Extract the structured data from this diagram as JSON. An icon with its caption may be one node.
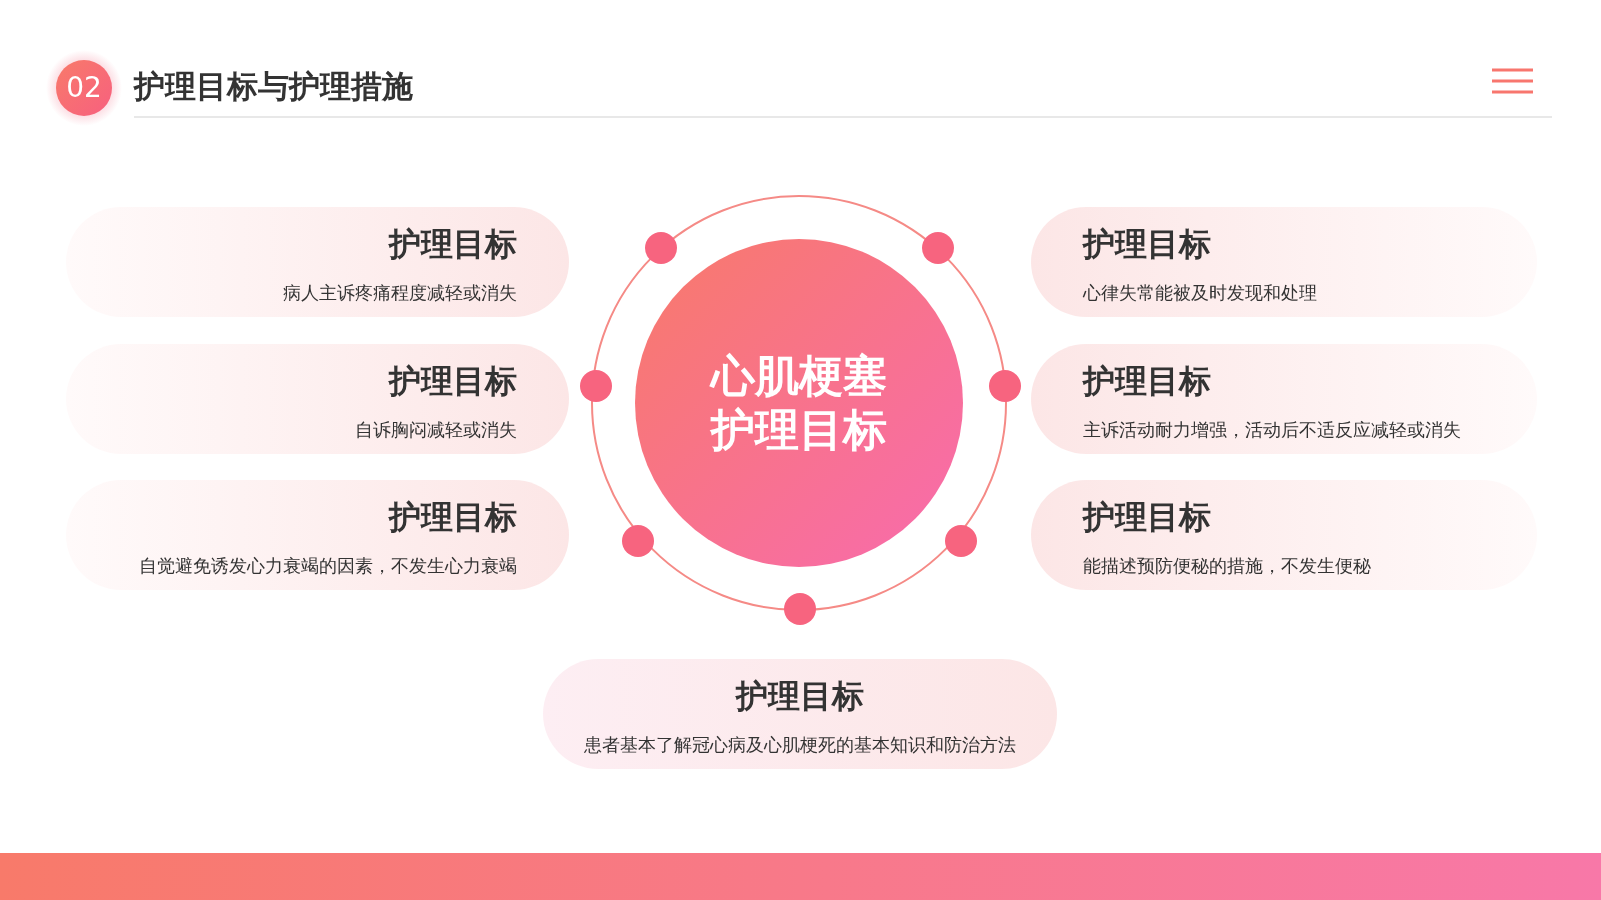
{
  "diagram": {
    "title": "护理目标与护理措施",
    "nodes": [
      {
        "text": [
          "心肌梗塞护理目标"
        ]
      },
      {
        "text": [
          "护理目标",
          "病人主诉疼痛程度减轻或消失"
        ]
      },
      {
        "text": [
          "护理目标",
          "心律失常能被及时发现和处理"
        ]
      },
      {
        "text": [
          "护理目标",
          "自诉胸闷减轻或消失"
        ]
      },
      {
        "text": [
          "护理目标",
          "主诉活动耐力增强，活动后不适反应减轻或消失"
        ]
      },
      {
        "text": [
          "护理目标",
          "自觉避免诱发心力衰竭的因素，不发生心力衰竭"
        ]
      },
      {
        "text": [
          "护理目标",
          "能描述预防便秘的措施，不发生便秘"
        ]
      },
      {
        "text": [
          "护理目标",
          "患者基本了解冠心病及心肌梗死的基本知识和防治方法"
        ]
      }
    ],
    "edges": [],
    "labels": [
      "02"
    ]
  }
}
